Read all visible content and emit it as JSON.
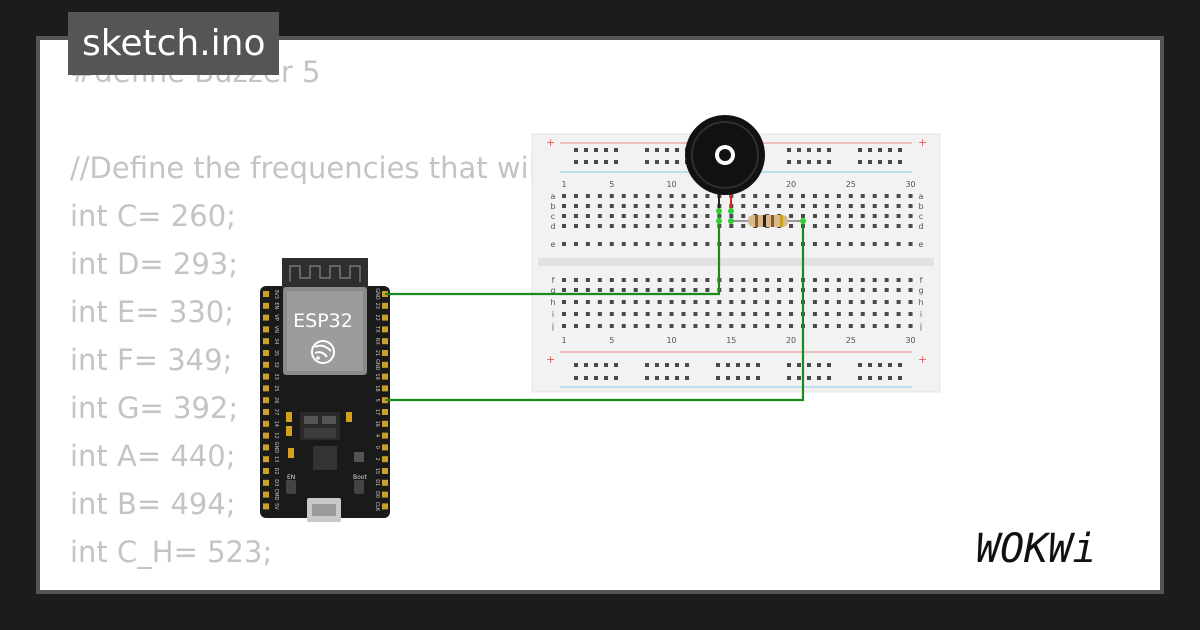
{
  "file_tab": {
    "label": "sketch.ino"
  },
  "code_lines": [
    "#define Buzzer 5",
    "",
    "//Define the frequencies that will be used, in integers.",
    "int C= 260;",
    "int D= 293;",
    "int E= 330;",
    "int F= 349;",
    "int G= 392;",
    "int A= 440;",
    "int B= 494;",
    "int C_H= 523;"
  ],
  "esp32": {
    "label": "ESP32",
    "en_label": "EN",
    "boot_label": "Boot",
    "left_pins": [
      "3V3",
      "EN",
      "VP",
      "VN",
      "34",
      "35",
      "32",
      "33",
      "25",
      "26",
      "27",
      "14",
      "12",
      "GND",
      "13",
      "D2",
      "D3",
      "CMD",
      "5V"
    ],
    "right_pins": [
      "GND",
      "23",
      "22",
      "TX",
      "RX",
      "21",
      "GND",
      "19",
      "18",
      "5",
      "17",
      "16",
      "4",
      "0",
      "2",
      "15",
      "D1",
      "D0",
      "CLK"
    ]
  },
  "breadboard": {
    "column_numbers": [
      "1",
      "5",
      "10",
      "15",
      "20",
      "25",
      "30"
    ],
    "top_rows": [
      "a",
      "b",
      "c",
      "d",
      "e"
    ],
    "bottom_rows": [
      "f",
      "g",
      "h",
      "i",
      "j"
    ],
    "plus_sign": "+"
  },
  "colors": {
    "wire": "#1a8a1a",
    "board": "#1a1a1a",
    "breadboard": "#f2f2f2"
  },
  "logo": {
    "text": "WOKWi"
  }
}
